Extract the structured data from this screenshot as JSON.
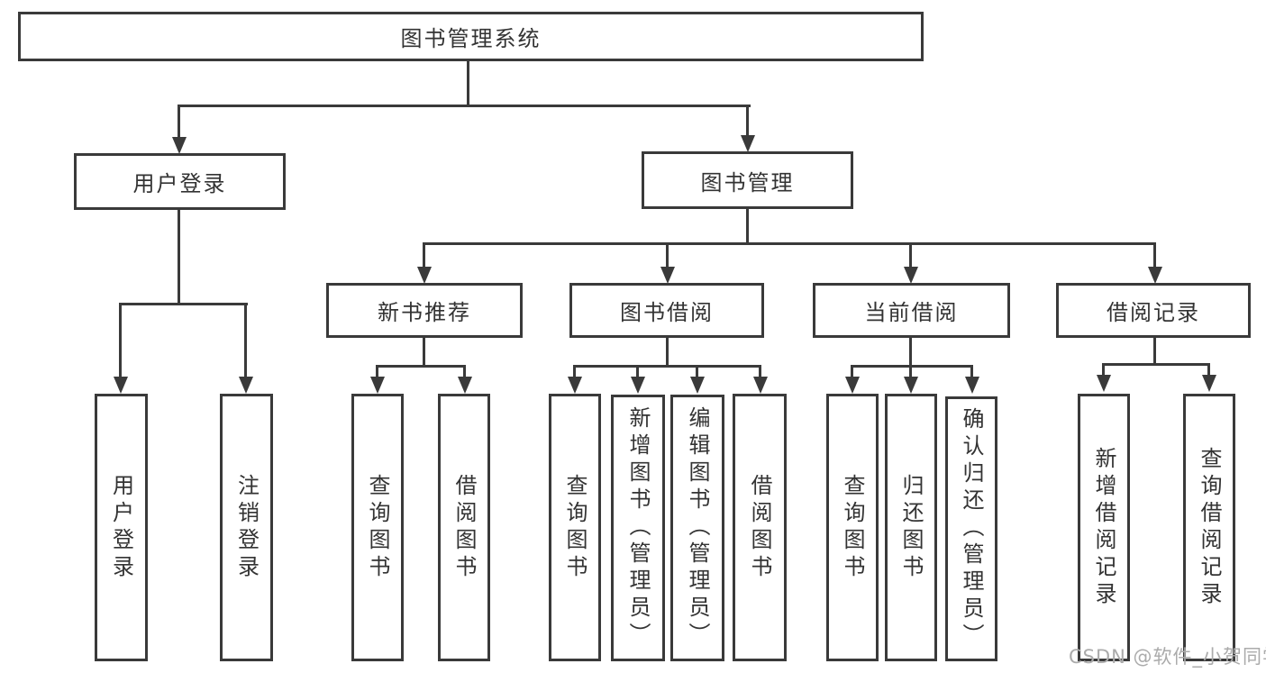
{
  "diagram": {
    "type": "tree-structure-diagram",
    "title": "图书管理系统",
    "nodes": {
      "root": "图书管理系统",
      "user_login": "用户登录",
      "book_management": "图书管理",
      "new_book_recommendation": "新书推荐",
      "book_borrowing": "图书借阅",
      "current_borrowing": "当前借阅",
      "borrowing_records": "借阅记录",
      "leaf_user_login": "用户登录",
      "leaf_logout": "注销登录",
      "nb_query_books": "查询图书",
      "nb_borrow_books": "借阅图书",
      "bb_query_books": "查询图书",
      "bb_add_books_admin": "新增图书（管理员）",
      "bb_edit_books_admin": "编辑图书（管理员）",
      "bb_borrow_books": "借阅图书",
      "cb_query_books": "查询图书",
      "cb_return_books": "归还图书",
      "cb_confirm_return_admin": "确认归还（管理员）",
      "br_add_record": "新增借阅记录",
      "br_query_record": "查询借阅记录"
    },
    "edges": [
      [
        "图书管理系统",
        "用户登录"
      ],
      [
        "图书管理系统",
        "图书管理"
      ],
      [
        "用户登录",
        "用户登录"
      ],
      [
        "用户登录",
        "注销登录"
      ],
      [
        "图书管理",
        "新书推荐"
      ],
      [
        "图书管理",
        "图书借阅"
      ],
      [
        "图书管理",
        "当前借阅"
      ],
      [
        "图书管理",
        "借阅记录"
      ],
      [
        "新书推荐",
        "查询图书"
      ],
      [
        "新书推荐",
        "借阅图书"
      ],
      [
        "图书借阅",
        "查询图书"
      ],
      [
        "图书借阅",
        "新增图书（管理员）"
      ],
      [
        "图书借阅",
        "编辑图书（管理员）"
      ],
      [
        "图书借阅",
        "借阅图书"
      ],
      [
        "当前借阅",
        "查询图书"
      ],
      [
        "当前借阅",
        "归还图书"
      ],
      [
        "当前借阅",
        "确认归还（管理员）"
      ],
      [
        "借阅记录",
        "新增借阅记录"
      ],
      [
        "借阅记录",
        "查询借阅记录"
      ]
    ]
  },
  "watermark": {
    "text": "CSDN @软件_小贺同学"
  },
  "colors": {
    "line": "#3a3a3a",
    "text": "#333333",
    "watermark": "#ababab",
    "background": "#ffffff"
  }
}
